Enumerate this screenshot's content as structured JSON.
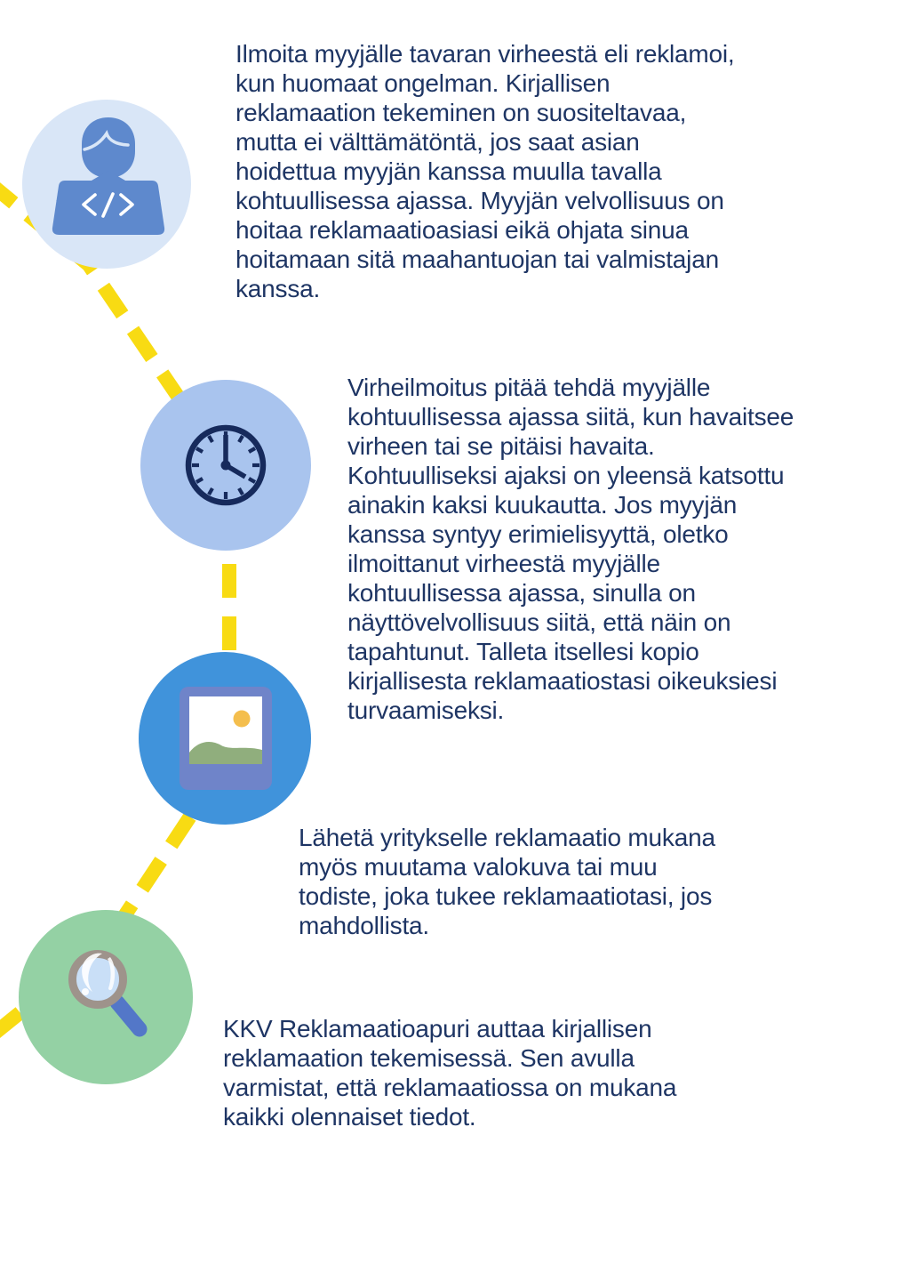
{
  "page": {
    "background_color": "#FFFFFF",
    "text_color": "#1E3564"
  },
  "timeline": {
    "connector_color": "#F8DB13",
    "steps": [
      {
        "id": "reklamoi-myyjalle",
        "icon": "person-at-laptop-icon",
        "circle_color": "#D9E6F7",
        "icon_color": "#5E89CD",
        "text": "Ilmoita myyjälle tavaran virheestä eli reklamoi,\nkun huomaat ongelman. Kirjallisen\nreklamaation tekeminen on suositeltavaa,\nmutta ei välttämätöntä, jos saat asian\nhoidettua myyjän kanssa muulla tavalla\nkohtuullisessa ajassa. Myyjän velvollisuus on\nhoitaa reklamaatioasiasi eikä ohjata sinua\nhoitamaan sitä maahantuojan tai valmistajan\nkanssa."
      },
      {
        "id": "kohtuullinen-aika",
        "icon": "clock-icon",
        "circle_color": "#A9C4EE",
        "icon_color": "#162A5C",
        "text": "Virheilmoitus pitää tehdä myyjälle\nkohtuullisessa ajassa siitä, kun havaitsee\nvirheen tai se pitäisi havaita.\nKohtuulliseksi ajaksi on yleensä katsottu\nainakin kaksi kuukautta. Jos myyjän\nkanssa syntyy erimielisyyttä, oletko\nilmoittanut virheestä myyjälle\nkohtuullisessa ajassa, sinulla on\nnäyttövelvollisuus siitä, että näin on\ntapahtunut. Talleta itsellesi kopio\nkirjallisesta reklamaatiostasi oikeuksiesi\nturvaamiseksi."
      },
      {
        "id": "liita-todisteet",
        "icon": "photo-icon",
        "circle_color": "#4093DB",
        "icon_color": "#6F84C9",
        "text": "Lähetä yritykselle reklamaatio mukana\nmyös muutama valokuva tai muu\ntodiste, joka tukee reklamaatiotasi, jos\nmahdollista."
      },
      {
        "id": "kkv-reklamaatioapuri",
        "icon": "magnifying-glass-icon",
        "circle_color": "#94D1A4",
        "icon_color": "#9E938B",
        "text": "KKV Reklamaatioapuri auttaa kirjallisen\nreklamaation tekemisessä. Sen avulla\nvarmistat, että reklamaatiossa on mukana\nkaikki olennaiset tiedot."
      }
    ]
  }
}
